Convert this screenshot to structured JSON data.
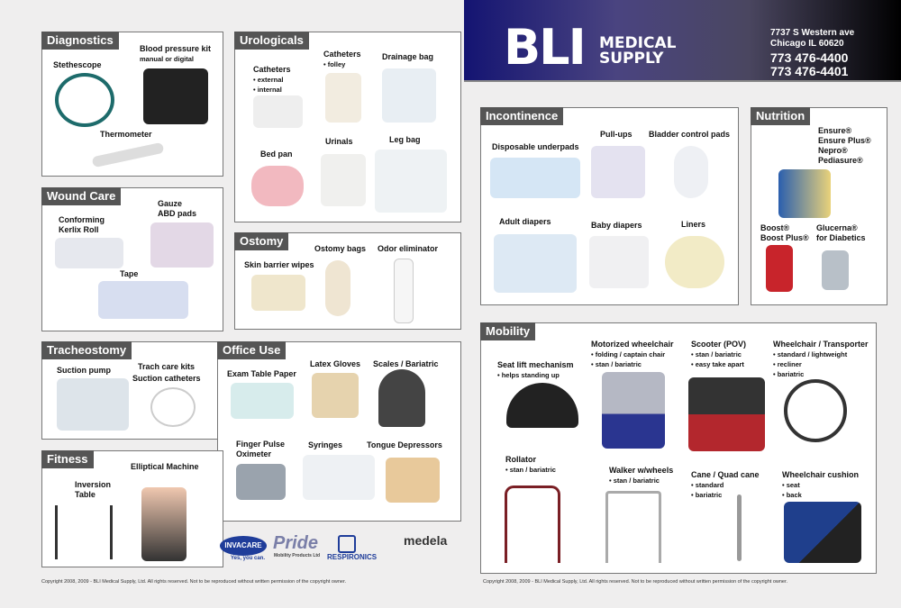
{
  "header": {
    "brand": "BLI",
    "brand_sub1": "MEDICAL",
    "brand_sub2": "SUPPLY",
    "address1": "7737 S Western ave",
    "address2": "Chicago IL 60620",
    "phone1": "773 476-4400",
    "phone2": "773 476-4401"
  },
  "diagnostics": {
    "title": "Diagnostics",
    "items": [
      {
        "name": "Stethescope"
      },
      {
        "name": "Blood pressure kit",
        "sub": "manual or digital"
      },
      {
        "name": "Thermometer"
      }
    ]
  },
  "urologicals": {
    "title": "Urologicals",
    "items": [
      {
        "name": "Catheters",
        "b1": "• external",
        "b2": "• internal"
      },
      {
        "name": "Catheters",
        "b1": "• folley"
      },
      {
        "name": "Drainage bag"
      },
      {
        "name": "Bed pan"
      },
      {
        "name": "Urinals"
      },
      {
        "name": "Leg bag"
      }
    ]
  },
  "wound": {
    "title": "Wound Care",
    "items": [
      {
        "name": "Conforming",
        "name2": "Kerlix Roll"
      },
      {
        "name": "Gauze",
        "name2": "ABD pads"
      },
      {
        "name": "Tape"
      }
    ]
  },
  "ostomy": {
    "title": "Ostomy",
    "items": [
      {
        "name": "Skin barrier wipes"
      },
      {
        "name": "Ostomy bags"
      },
      {
        "name": "Odor eliminator"
      }
    ]
  },
  "trach": {
    "title": "Tracheostomy",
    "items": [
      {
        "name": "Suction pump"
      },
      {
        "name": "Trach care kits"
      },
      {
        "name": "Suction catheters"
      }
    ]
  },
  "office": {
    "title": "Office Use",
    "items": [
      {
        "name": "Exam Table Paper"
      },
      {
        "name": "Latex Gloves"
      },
      {
        "name": "Scales / Bariatric"
      },
      {
        "name": "Finger Pulse",
        "name2": "Oximeter"
      },
      {
        "name": "Syringes"
      },
      {
        "name": "Tongue Depressors"
      }
    ]
  },
  "fitness": {
    "title": "Fitness",
    "items": [
      {
        "name": "Inversion",
        "name2": "Table"
      },
      {
        "name": "Elliptical Machine"
      }
    ]
  },
  "incontinence": {
    "title": "Incontinence",
    "items": [
      {
        "name": "Disposable underpads"
      },
      {
        "name": "Pull-ups"
      },
      {
        "name": "Bladder control pads"
      },
      {
        "name": "Adult diapers"
      },
      {
        "name": "Baby diapers"
      },
      {
        "name": "Liners"
      }
    ]
  },
  "nutrition": {
    "title": "Nutrition",
    "items": [
      {
        "l1": "Ensure®",
        "l2": "Ensure Plus®",
        "l3": "Nepro®",
        "l4": "Pediasure®"
      },
      {
        "l1": "Boost®",
        "l2": "Boost Plus®"
      },
      {
        "l1": "Glucerna®",
        "l2": "for Diabetics"
      }
    ]
  },
  "mobility": {
    "title": "Mobility",
    "items": [
      {
        "name": "Seat lift mechanism",
        "b1": "• helps standing up"
      },
      {
        "name": "Motorized wheelchair",
        "b1": "• folding / captain chair",
        "b2": "• stan / bariatric"
      },
      {
        "name": "Scooter (POV)",
        "b1": "• stan / bariatric",
        "b2": "• easy take apart"
      },
      {
        "name": "Wheelchair / Transporter",
        "b1": "• standard / lightweight",
        "b2": "• recliner",
        "b3": "• bariatric"
      },
      {
        "name": "Rollator",
        "b1": "• stan / bariatric"
      },
      {
        "name": "Walker w/wheels",
        "b1": "• stan / bariatric"
      },
      {
        "name": "Cane / Quad cane",
        "b1": "• standard",
        "b2": "• bariatric"
      },
      {
        "name": "Wheelchair cushion",
        "b1": "• seat",
        "b2": "• back"
      }
    ]
  },
  "brands": {
    "invacare": "INVACARE",
    "invacare_tag": "Yes, you can.",
    "pride": "Pride",
    "pride_sub": "Mobility Products Ltd",
    "respironics": "RESPIRONICS",
    "medela": "medela"
  },
  "copyright": "Copyright 2008, 2009 - BLI Medical Supply, Ltd. All rights reserved. Not to be reproduced without written permission of the copyright owner."
}
